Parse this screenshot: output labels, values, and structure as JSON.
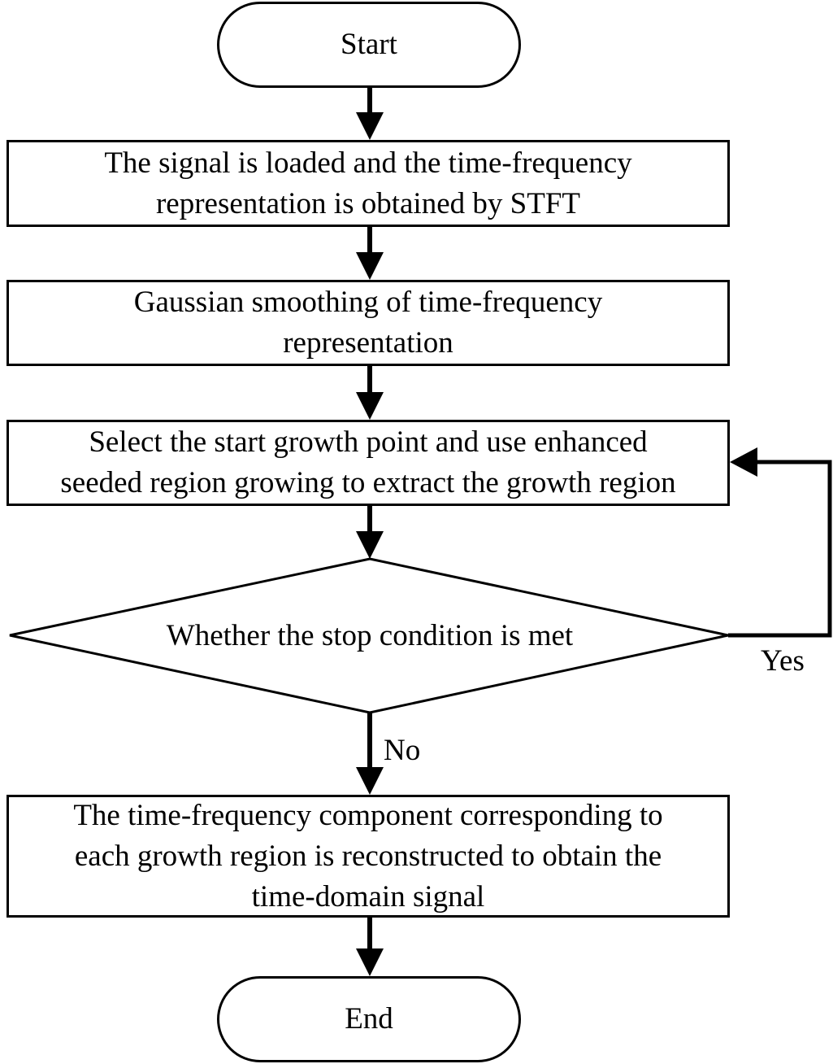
{
  "nodes": {
    "start": "Start",
    "step1": "The signal is loaded and the time-frequency\nrepresentation is obtained by STFT",
    "step2": "Gaussian smoothing of time-frequency\nrepresentation",
    "step3": "Select the start growth point and use enhanced\nseeded region growing to extract the growth region",
    "decision": "Whether the stop condition is met",
    "step4": "The time-frequency component corresponding to\neach growth region is reconstructed to obtain the\ntime-domain signal",
    "end": "End"
  },
  "edges": {
    "yes_label": "Yes",
    "no_label": "No"
  },
  "colors": {
    "stroke": "#000000",
    "background": "#ffffff"
  }
}
